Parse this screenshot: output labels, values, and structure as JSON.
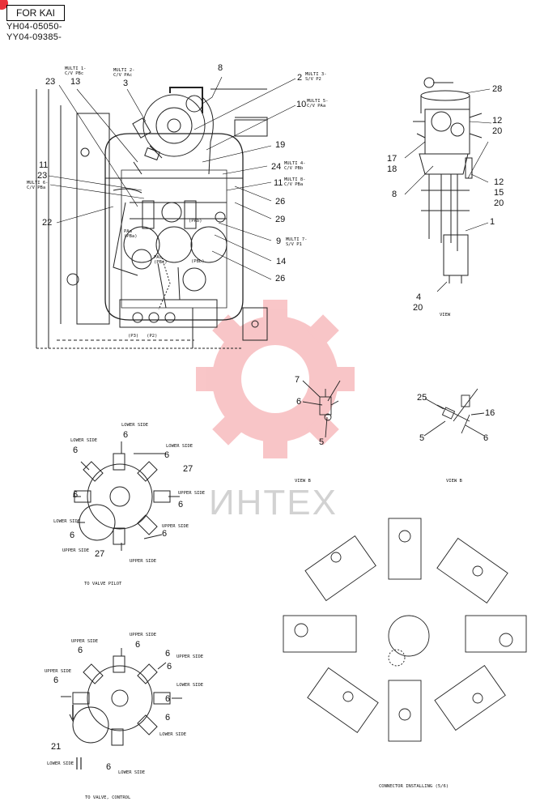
{
  "header": {
    "variant": "FOR KAI",
    "serial_1": "YH04-05050-",
    "serial_2": "YY04-09385-"
  },
  "watermark": "ИНТЕХ",
  "callouts": {
    "main": [
      "8",
      "2",
      "13",
      "3",
      "23",
      "10",
      "19",
      "24",
      "11",
      "23",
      "11",
      "26",
      "22",
      "29",
      "9",
      "14",
      "26"
    ],
    "right": [
      "28",
      "12",
      "20",
      "17",
      "18",
      "8",
      "12",
      "15",
      "20",
      "1",
      "4",
      "20"
    ],
    "views": [
      "7",
      "6",
      "5",
      "25",
      "16",
      "5",
      "6"
    ],
    "pilot": [
      "6",
      "6",
      "6",
      "27",
      "6",
      "6",
      "6",
      "6",
      "27"
    ],
    "control": [
      "6",
      "6",
      "6",
      "6",
      "6",
      "6",
      "6",
      "21",
      "6"
    ]
  },
  "multi_labels": {
    "m1": "MULTI 1-\nC/V PBc",
    "m2": "MULTI 2-\nC/V PAc",
    "m3": "MULTI 3-\nS/V P2",
    "m5": "MULTI 5-\nC/V PAa",
    "m6": "MULTI 6-\nC/V PBa",
    "m4": "MULTI 4-\nC/V PBb",
    "m8": "MULTI 8-\nC/V PBa",
    "m7": "MULTI 7-\nS/V P1"
  },
  "port_labels": {
    "pa": "PAa\n(PBa)",
    "pac": "PAc\n(PBc)",
    "pbb": "(PBb)",
    "pab": "(PAb)",
    "p3p2": "(P3)   (P2)"
  },
  "view_captions": {
    "view_right": "VIEW",
    "view_b1": "VIEW B",
    "view_b2": "VIEW B"
  },
  "pilot_side_labels": {
    "lower_top": "LOWER SIDE",
    "lower_left": "LOWER SIDE",
    "lower_right": "LOWER SIDE",
    "upper_right": "UPPER SIDE",
    "lower_left2": "LOWER SIDE",
    "upper_right2": "UPPER SIDE",
    "upper_left": "UPPER SIDE",
    "upper_bottom": "UPPER SIDE",
    "caption": "TO VALVE PILOT"
  },
  "control_side_labels": {
    "upper_top_left": "UPPER SIDE",
    "upper_top": "UPPER SIDE",
    "upper_right": "UPPER SIDE",
    "upper_left": "UPPER SIDE",
    "lower_right": "LOWER SIDE",
    "lower_right2": "LOWER SIDE",
    "lower_left": "LOWER SIDE",
    "lower_bottom": "LOWER SIDE",
    "caption": "TO VALVE, CONTROL"
  },
  "connector_caption": "CONNECTOR INSTALLING (5/6)"
}
